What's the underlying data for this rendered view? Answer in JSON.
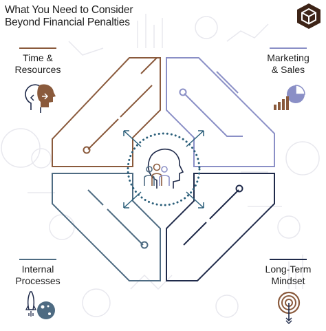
{
  "title": {
    "line1": "What You Need to Consider",
    "line2": "Beyond Financial Penalties"
  },
  "colors": {
    "time": "#8a5a3c",
    "marketing": "#8a8fc6",
    "internal": "#4e6b82",
    "longterm": "#1f2a4a",
    "center": "#2b5f7a",
    "background_pattern": "#e9e9ee"
  },
  "quadrants": [
    {
      "id": "time",
      "line1": "Time &",
      "line2": "Resources",
      "icon": "head-profiles-exchange-icon"
    },
    {
      "id": "marketing",
      "line1": "Marketing",
      "line2": "& Sales",
      "icon": "pie-bar-chart-icon"
    },
    {
      "id": "internal",
      "line1": "Internal",
      "line2": "Processes",
      "icon": "rocket-planet-icon"
    },
    {
      "id": "longterm",
      "line1": "Long-Term",
      "line2": "Mindset",
      "icon": "target-arrow-icon"
    }
  ],
  "center": {
    "icon": "head-with-team-icon"
  },
  "logo": {
    "icon": "hexagon-cube-logo"
  }
}
